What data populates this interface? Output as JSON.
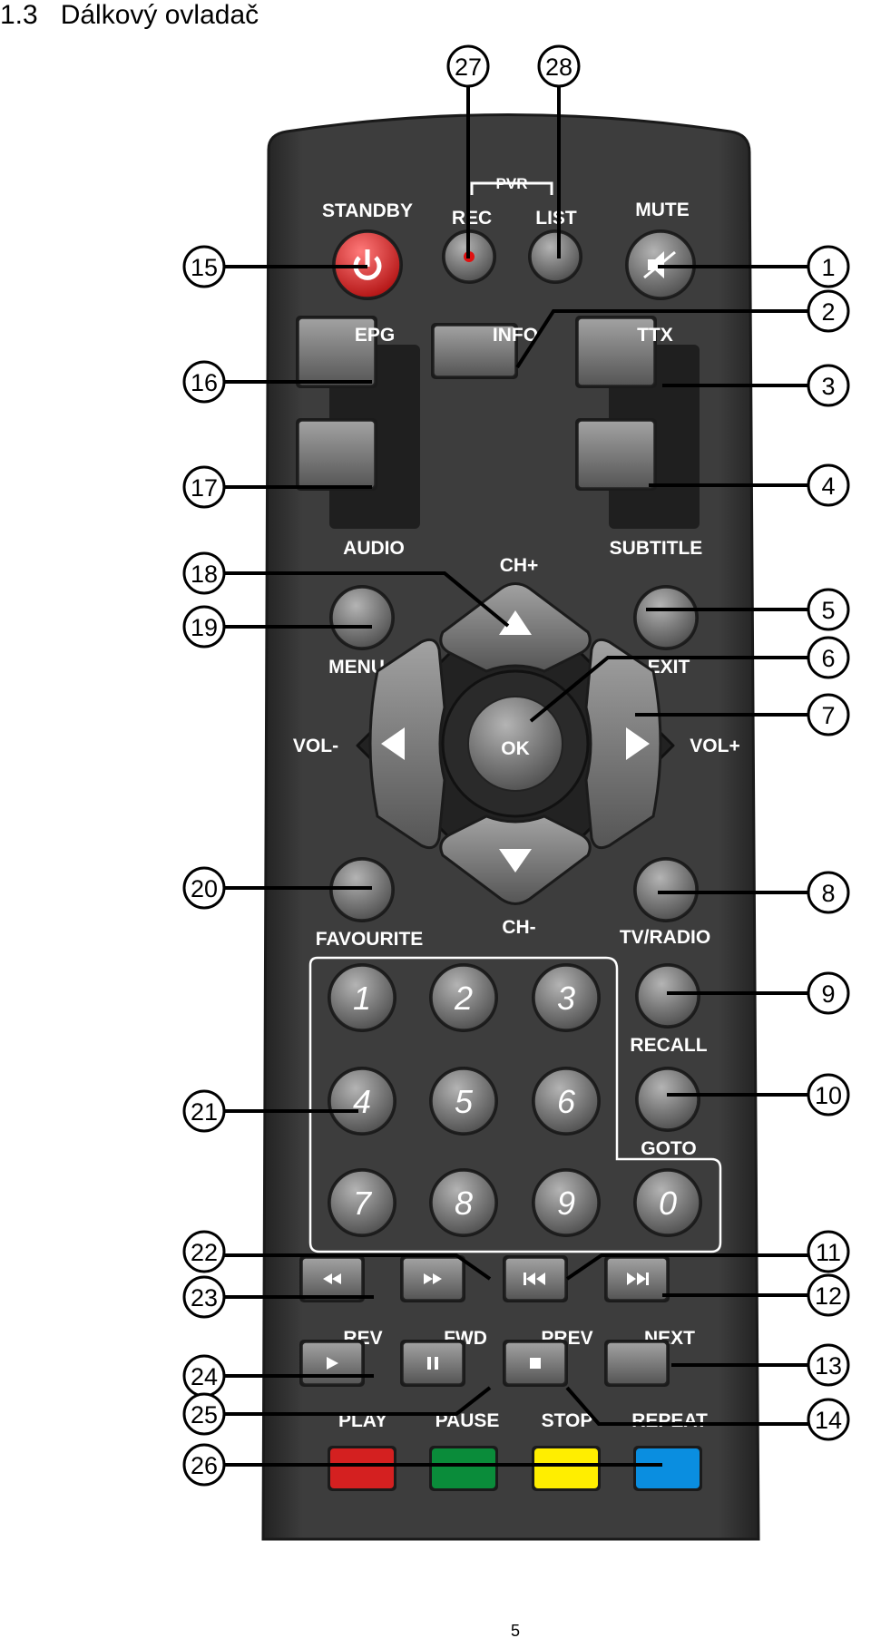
{
  "heading": "1.3   Dálkový ovladač",
  "page_number": "5",
  "colors": {
    "body": "#3a3a3a",
    "body_edge": "#242424",
    "button": "#7c7c7c",
    "label": "#ffffff",
    "standby": "#d63030",
    "red": "#d42020",
    "green": "#0a8c3a",
    "yellow": "#ffee00",
    "blue": "#0a8ee0"
  },
  "buttons": [
    {
      "id": "standby",
      "label": "STANDBY",
      "icon": "power-icon",
      "ref": "15"
    },
    {
      "id": "rec",
      "label": "REC",
      "icon": "record-dot-icon",
      "ref": "27"
    },
    {
      "id": "list",
      "label": "LIST",
      "ref": "28"
    },
    {
      "id": "mute",
      "label": "MUTE",
      "icon": "mute-icon",
      "ref": "1"
    },
    {
      "id": "epg",
      "label": "EPG",
      "ref": "16"
    },
    {
      "id": "info",
      "label": "INFO",
      "ref": "2"
    },
    {
      "id": "ttx",
      "label": "TTX",
      "ref": "3"
    },
    {
      "id": "audio",
      "label": "AUDIO",
      "ref": "17"
    },
    {
      "id": "subtitle",
      "label": "SUBTITLE",
      "ref": "4"
    },
    {
      "id": "ch-up",
      "label": "CH+",
      "icon": "arrow-up-icon",
      "ref": "18"
    },
    {
      "id": "menu",
      "label": "MENU",
      "ref": "19"
    },
    {
      "id": "exit",
      "label": "EXIT",
      "ref": "5"
    },
    {
      "id": "ok",
      "label": "OK",
      "ref": "6"
    },
    {
      "id": "vol-up",
      "label": "VOL+",
      "icon": "arrow-right-icon",
      "ref": "7"
    },
    {
      "id": "vol-down",
      "label": "VOL-",
      "icon": "arrow-left-icon"
    },
    {
      "id": "ch-down",
      "label": "CH-",
      "icon": "arrow-down-icon"
    },
    {
      "id": "favourite",
      "label": "FAVOURITE",
      "ref": "20"
    },
    {
      "id": "tv-radio",
      "label": "TV/RADIO",
      "ref": "8"
    },
    {
      "id": "recall",
      "label": "RECALL",
      "ref": "9"
    },
    {
      "id": "goto",
      "label": "GOTO",
      "ref": "10"
    },
    {
      "id": "rev",
      "label": "REV",
      "icon": "rewind-icon",
      "ref": "23"
    },
    {
      "id": "fwd",
      "label": "FWD",
      "icon": "fast-forward-icon",
      "ref": "22"
    },
    {
      "id": "prev",
      "label": "PREV",
      "icon": "skip-previous-icon",
      "ref": "11"
    },
    {
      "id": "next",
      "label": "NEXT",
      "icon": "skip-next-icon",
      "ref": "12"
    },
    {
      "id": "play",
      "label": "PLAY",
      "icon": "play-icon",
      "ref": "24"
    },
    {
      "id": "pause",
      "label": "PAUSE",
      "icon": "pause-icon",
      "ref": "25"
    },
    {
      "id": "stop",
      "label": "STOP",
      "icon": "stop-icon",
      "ref": "14"
    },
    {
      "id": "repeat",
      "label": "REPEAT",
      "ref": "13"
    }
  ],
  "pvr_label": "PVR",
  "numpad": {
    "keys": [
      "1",
      "2",
      "3",
      "4",
      "5",
      "6",
      "7",
      "8",
      "9",
      "0"
    ],
    "ref": "21"
  },
  "color_keys_ref": "26"
}
